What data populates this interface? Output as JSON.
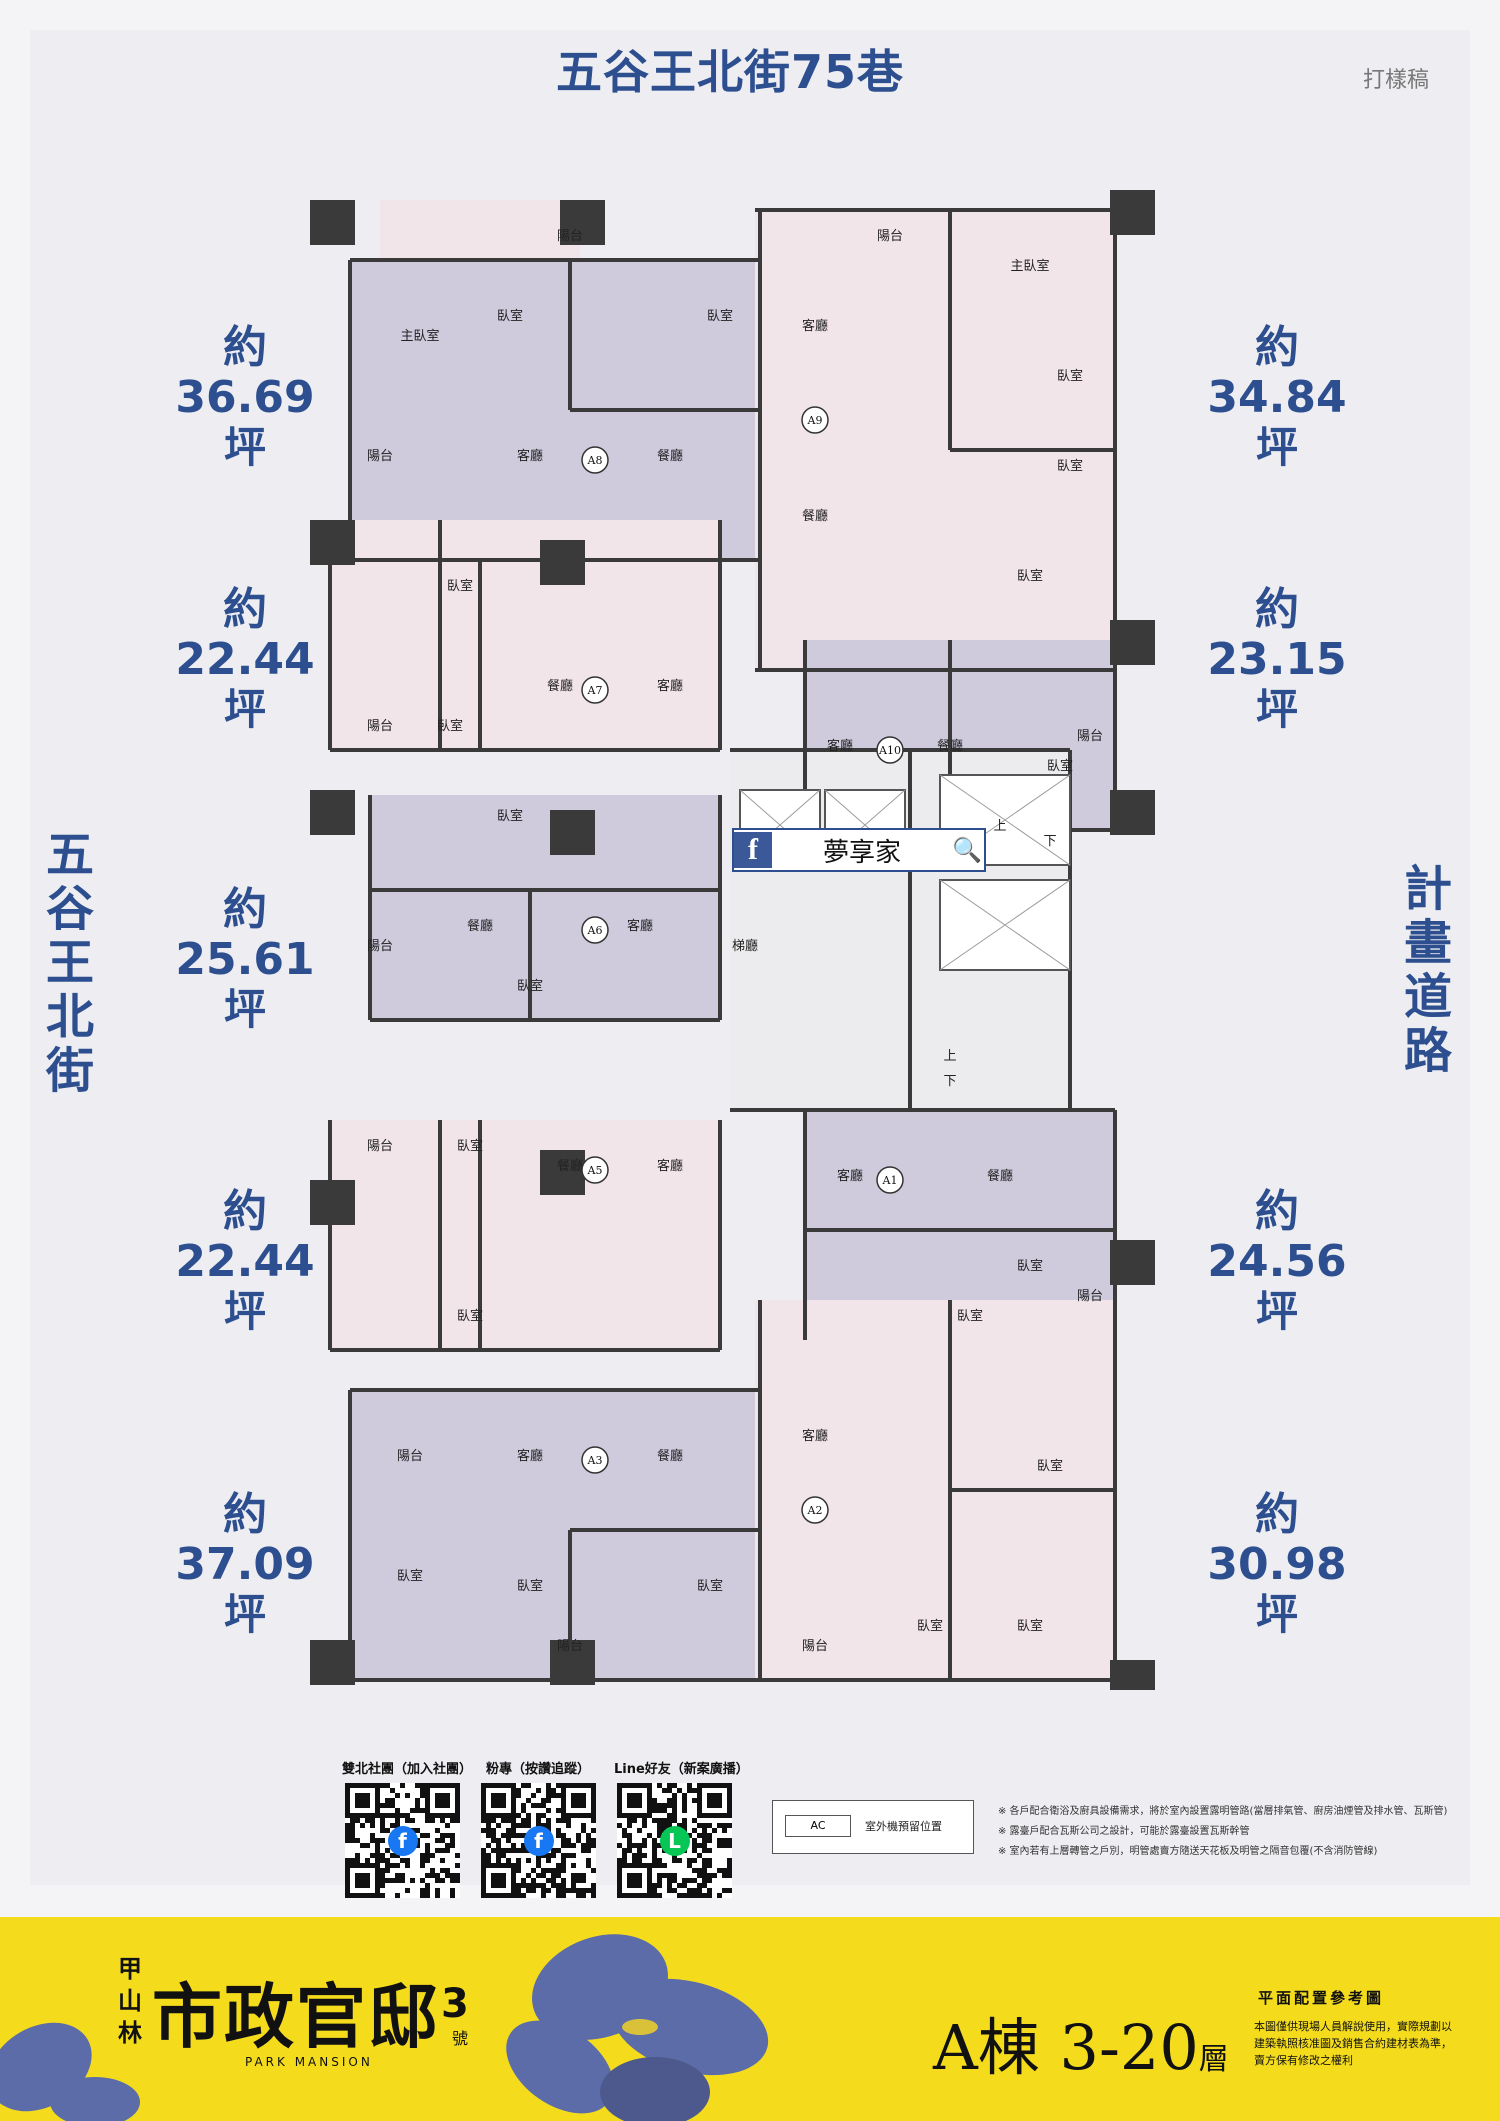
{
  "header": {
    "top_street": "五谷王北街75巷",
    "draft_label": "打樣稿",
    "left_street": "五谷王北街",
    "right_street": "計畫道路"
  },
  "areas_left": [
    {
      "prefix": "約",
      "value": "36.69",
      "unit": "坪"
    },
    {
      "prefix": "約",
      "value": "22.44",
      "unit": "坪"
    },
    {
      "prefix": "約",
      "value": "25.61",
      "unit": "坪"
    },
    {
      "prefix": "約",
      "value": "22.44",
      "unit": "坪"
    },
    {
      "prefix": "約",
      "value": "37.09",
      "unit": "坪"
    }
  ],
  "areas_right": [
    {
      "prefix": "約",
      "value": "34.84",
      "unit": "坪"
    },
    {
      "prefix": "約",
      "value": "23.15",
      "unit": "坪"
    },
    {
      "prefix": "約",
      "value": "24.56",
      "unit": "坪"
    },
    {
      "prefix": "約",
      "value": "30.98",
      "unit": "坪"
    }
  ],
  "plan": {
    "units": [
      "A8",
      "A7",
      "A6",
      "A5",
      "A3",
      "A9",
      "A10",
      "A1",
      "A2"
    ],
    "rooms": {
      "master": "主臥室",
      "bedroom": "臥室",
      "balcony": "陽台",
      "living": "客廳",
      "dining": "餐廳",
      "lobby": "梯廳",
      "up": "上",
      "down": "下"
    },
    "colors": {
      "purple": "#cfcbdd",
      "pink": "#f2e5ea",
      "wall": "#3a3a3a",
      "core": "#ececee"
    }
  },
  "facebook_badge": {
    "letter": "f",
    "text": "夢享家",
    "icon": "magnifier-icon"
  },
  "qr_codes": [
    {
      "label": "雙北社團（加入社團）",
      "icon": "facebook-icon",
      "icon_letter": "f",
      "color": "#1877f2"
    },
    {
      "label": "粉專（按讚追蹤）",
      "icon": "facebook-icon",
      "icon_letter": "f",
      "color": "#1877f2"
    },
    {
      "label": "Line好友（新案廣播）",
      "icon": "line-icon",
      "icon_letter": "L",
      "color": "#06c755"
    }
  ],
  "legend": {
    "ac_label": "AC",
    "text": "室外機預留位置"
  },
  "notes": [
    "※ 各戶配合衛浴及廚具設備需求，將於室內設置露明管路(當層排氣管、廚房油煙管及排水管、瓦斯管)",
    "※ 露臺戶配合瓦斯公司之設計，可能於露臺設置瓦斯幹管",
    "※ 室內若有上層轉管之戶別，明管處賣方隨送天花板及明管之隔音包覆(不含消防管線)"
  ],
  "banner": {
    "brand_prefix": "甲山林",
    "brand_name": "市政官邸",
    "brand_number": "3",
    "brand_suffix": "號",
    "brand_en": "PARK MANSION",
    "building": "A棟",
    "levels": "3-20",
    "levels_suffix": "層",
    "ref_title": "平面配置參考圖",
    "ref_note": "本圖僅供現場人員解說使用，實際規劃以建築執照核准圖及銷售合約建材表為準，賣方保有修改之權利"
  }
}
